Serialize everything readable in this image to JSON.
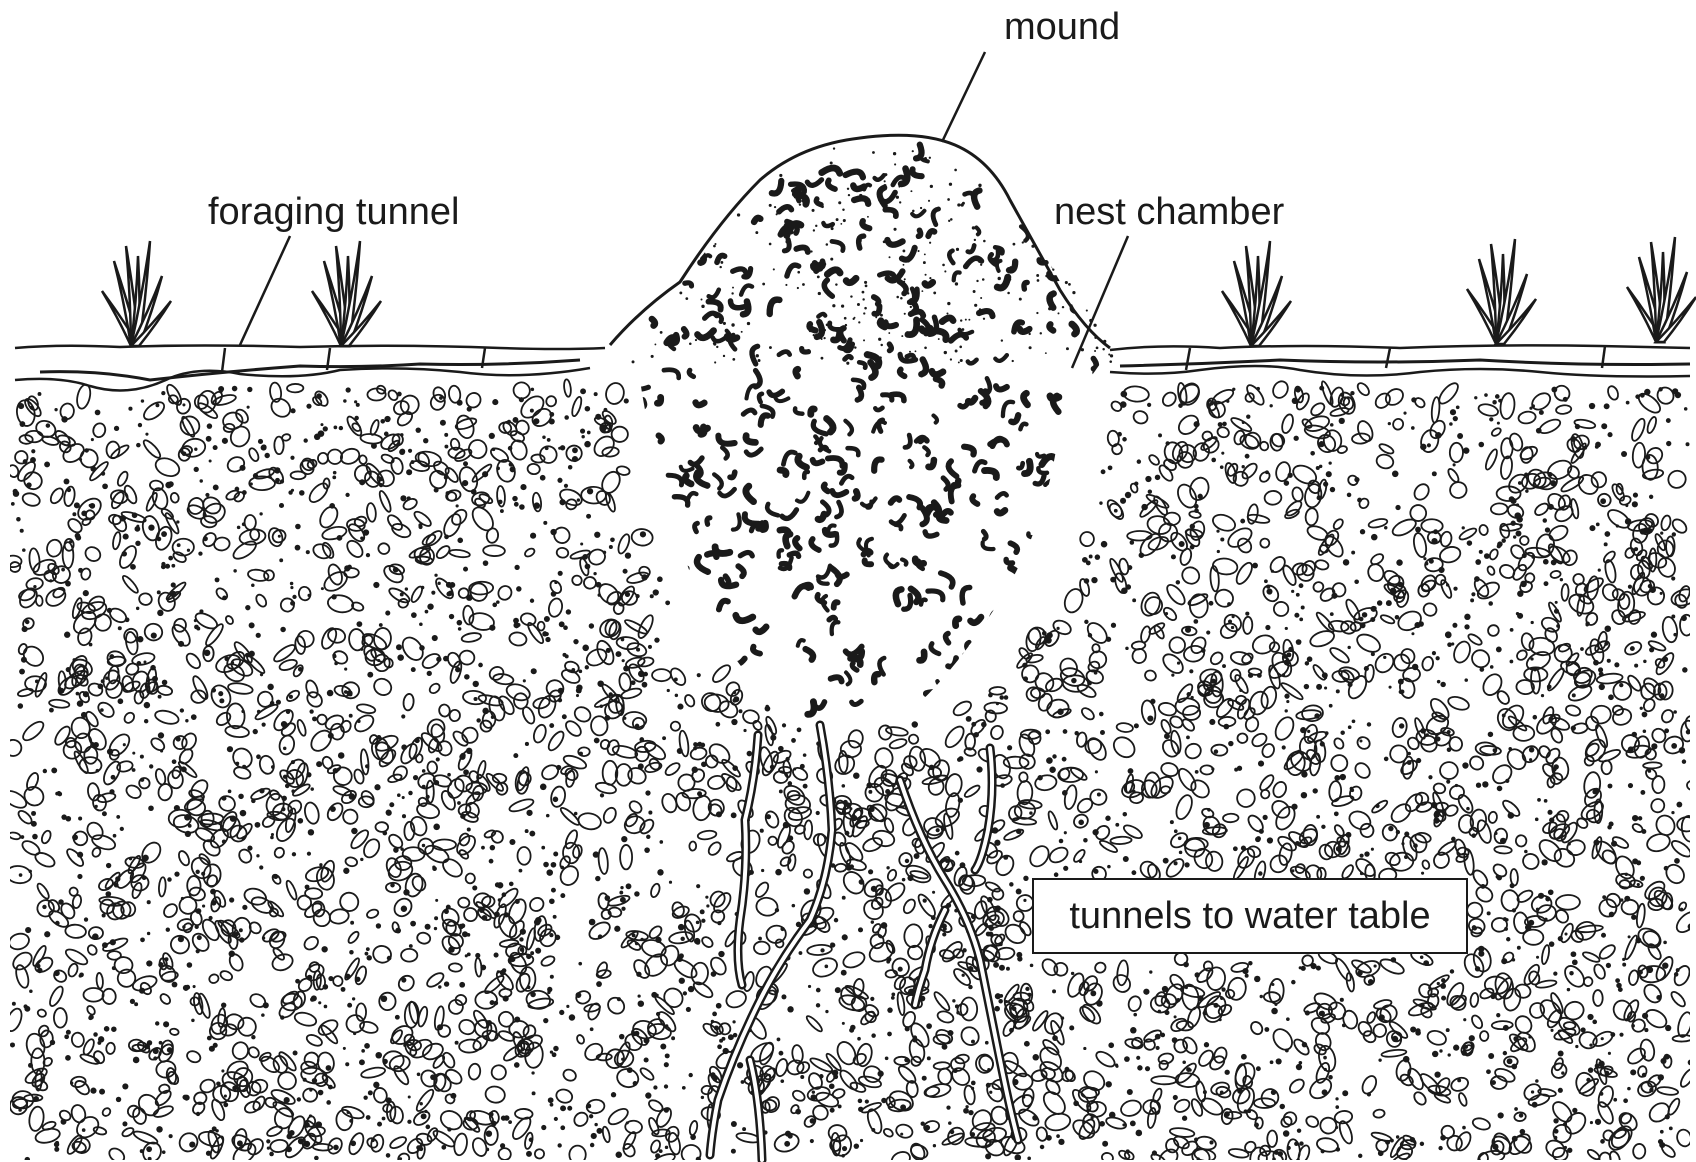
{
  "labels": {
    "mound": "mound",
    "foraging_tunnel": "foraging tunnel",
    "nest_chamber": "nest chamber",
    "tunnels_to_water_table": "tunnels to water table"
  },
  "colors": {
    "ink": "#1a1a1a",
    "background": "#ffffff"
  }
}
